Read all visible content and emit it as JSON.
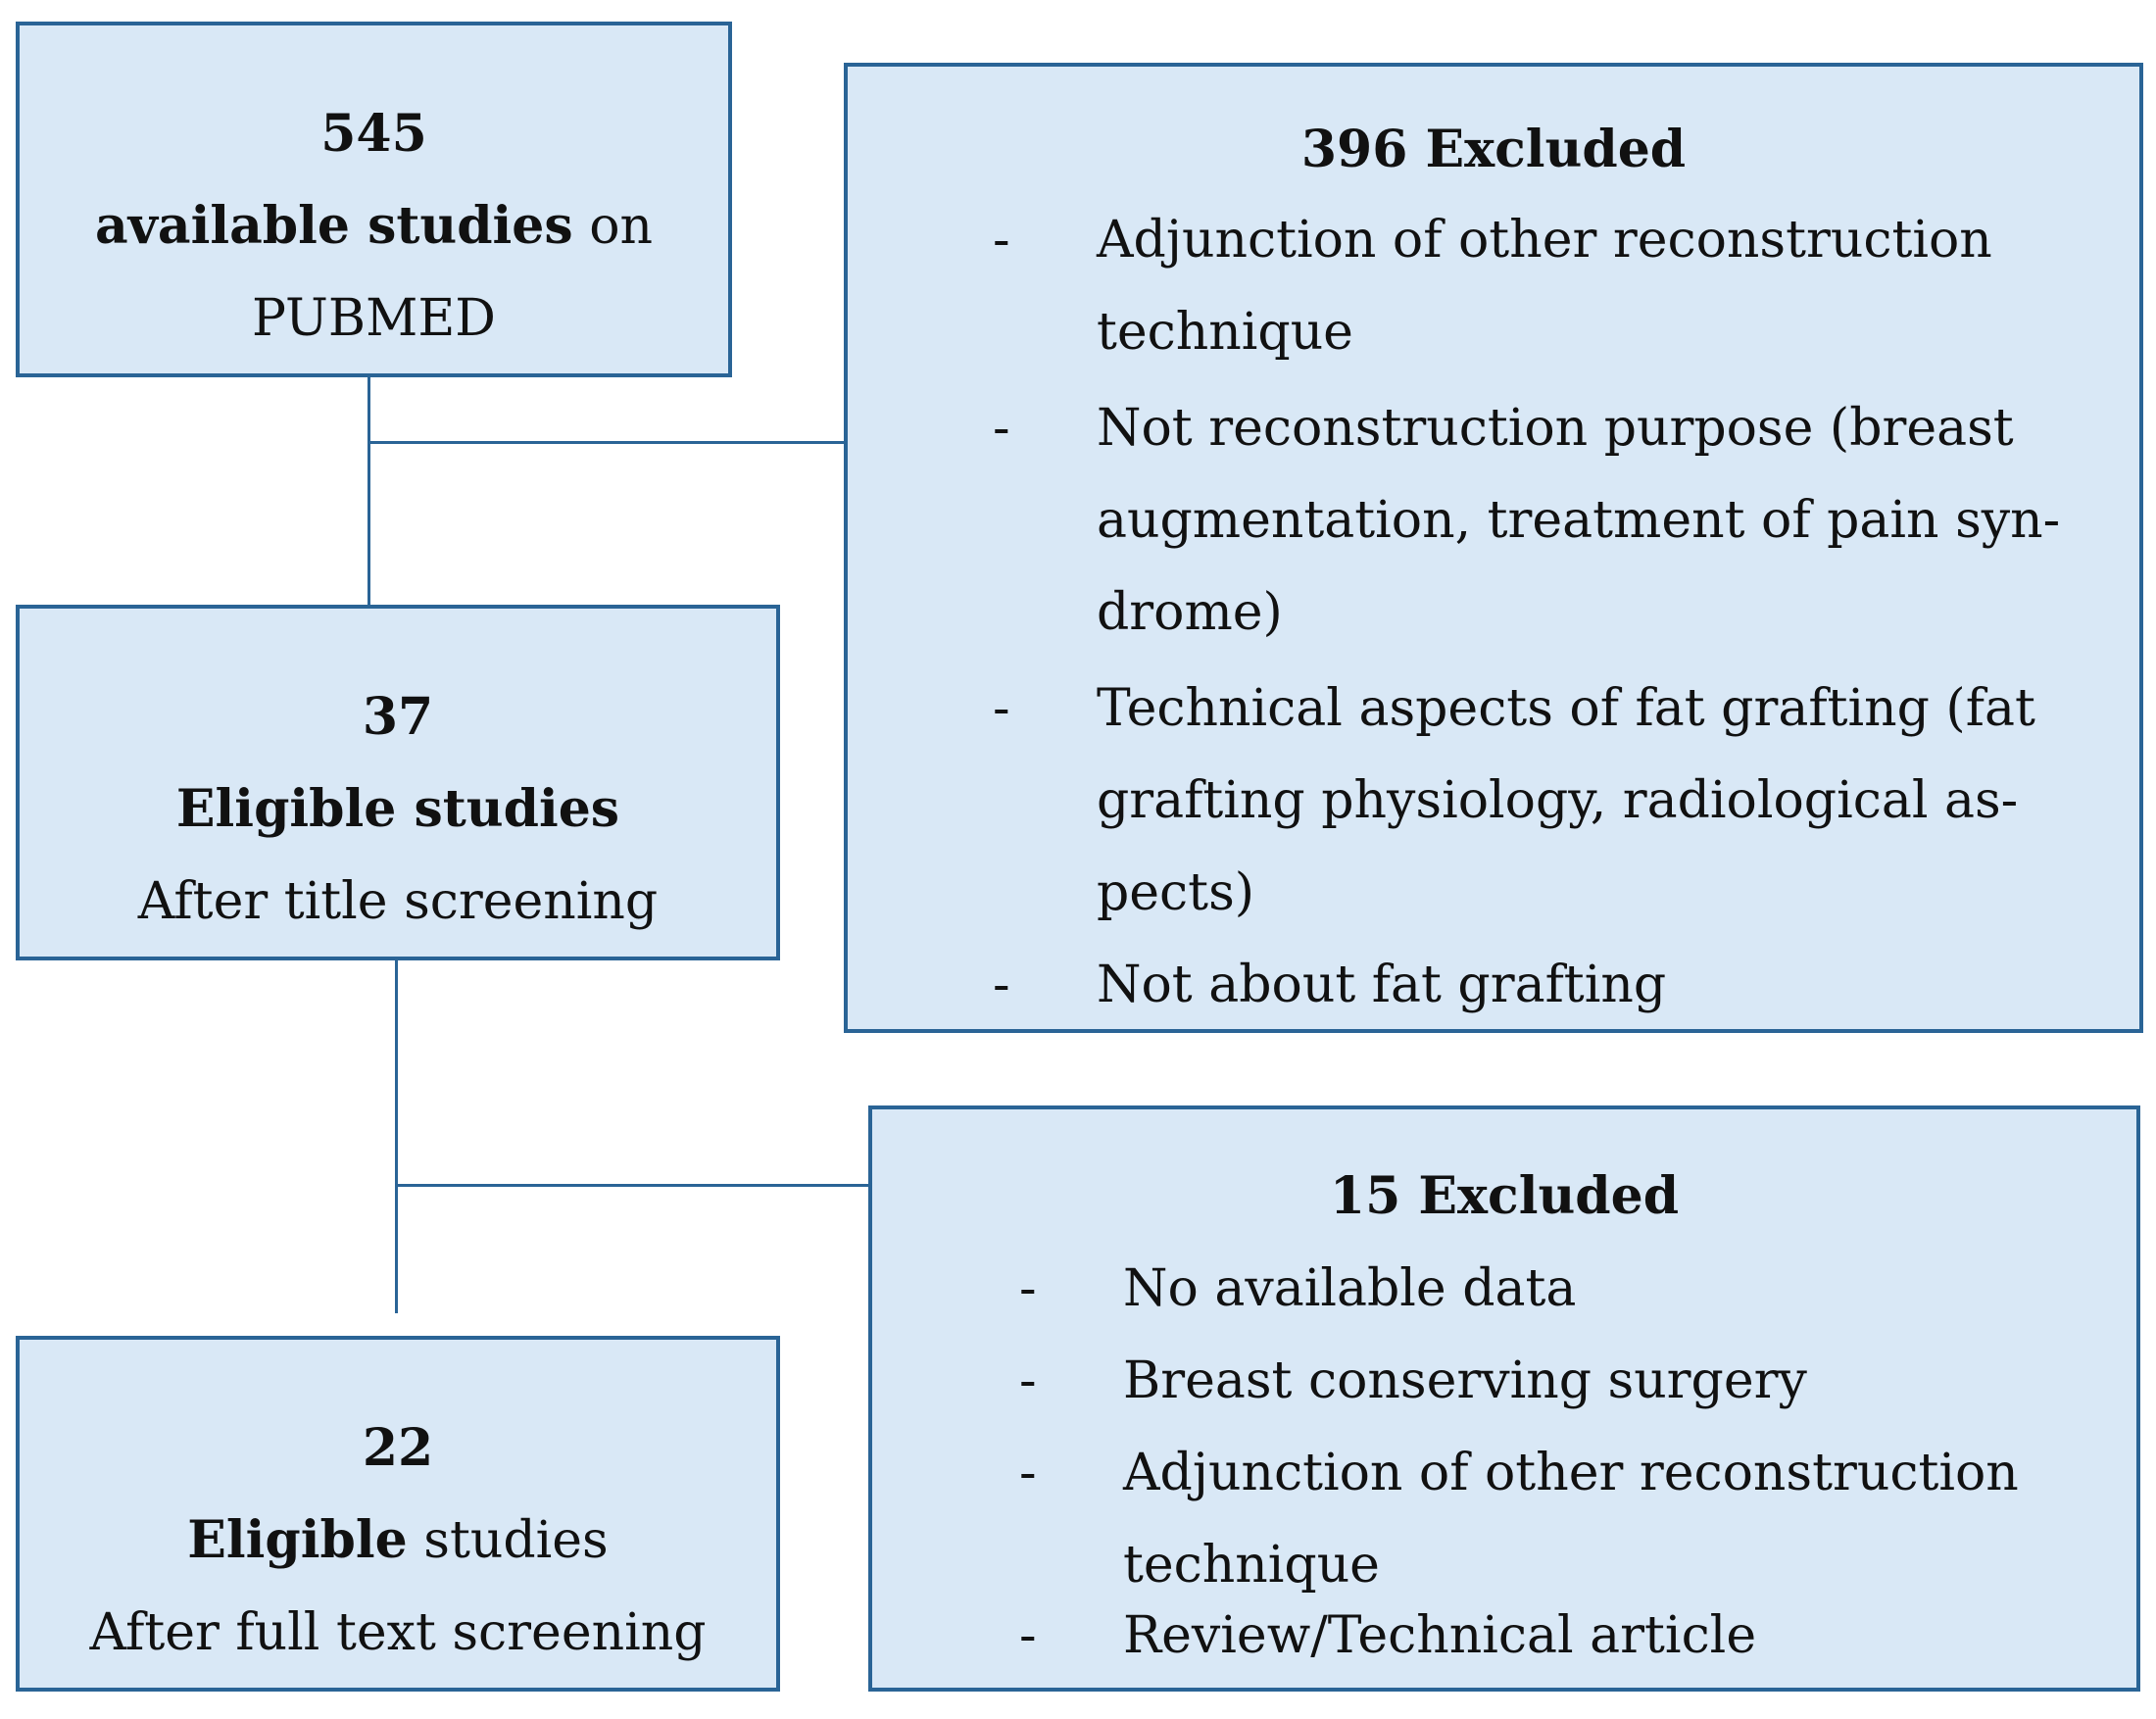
{
  "box_top": {
    "count": "545",
    "line2_bold": "available studies",
    "line2_rest": " on",
    "line3": "PUBMED"
  },
  "box_mid": {
    "count": "37",
    "line2": "Eligible studies",
    "line3": "After title screening"
  },
  "box_bottom": {
    "count": "22",
    "line2_bold": "Eligible",
    "line2_rest": " studies",
    "line3": "After full text screening"
  },
  "excluded_1": {
    "title": "396 Excluded",
    "bullet": "-",
    "lines": [
      "Adjunction of other reconstruction",
      "technique",
      "Not reconstruction purpose (breast",
      "augmentation, treatment of pain syn-",
      "drome)",
      "Technical aspects of fat grafting (fat",
      "grafting physiology, radiological as-",
      "pects)",
      "Not about fat grafting"
    ]
  },
  "excluded_2": {
    "title": "15 Excluded",
    "bullet": "-",
    "lines": [
      "No available data",
      "Breast conserving surgery",
      "Adjunction of other reconstruction",
      "technique",
      "Review/Technical article"
    ]
  }
}
